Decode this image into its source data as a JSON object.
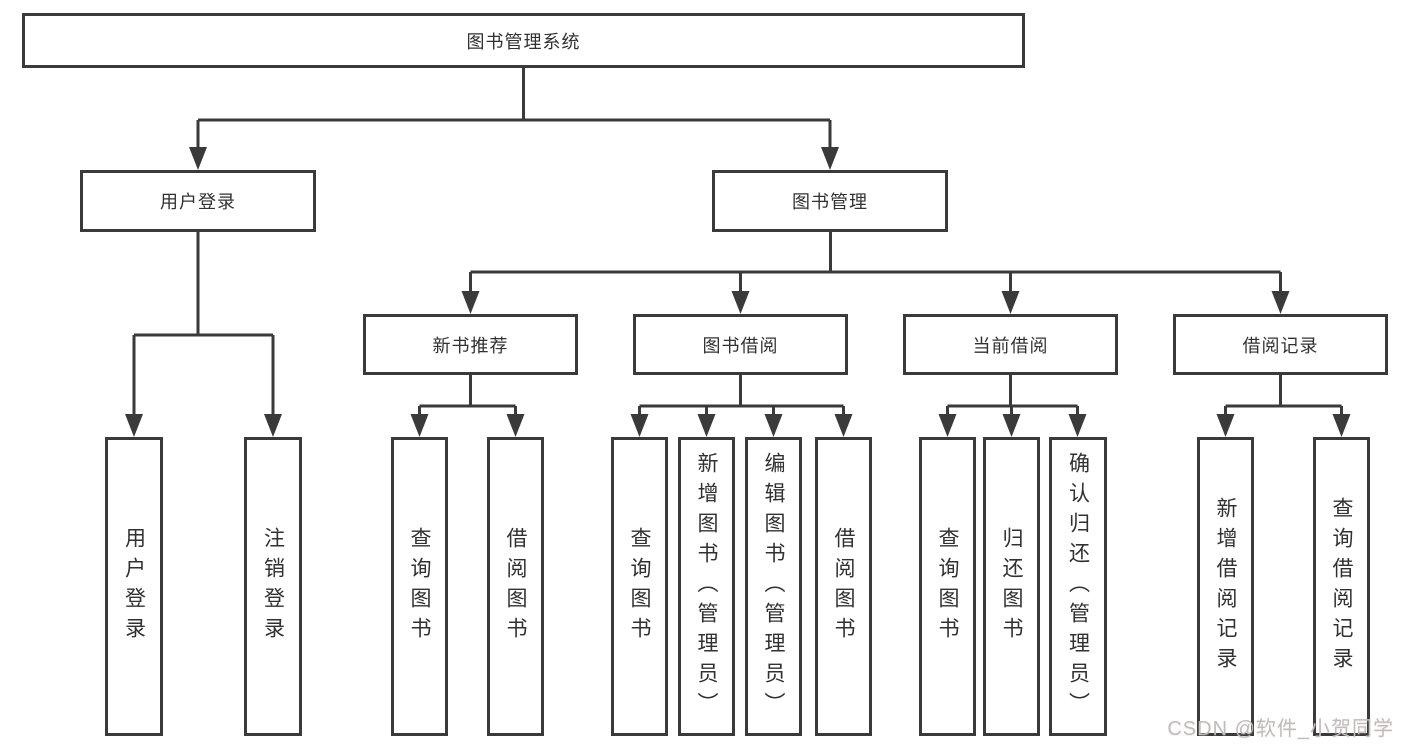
{
  "diagram": {
    "root": {
      "label": "图书管理系统"
    },
    "branches": [
      {
        "label": "用户登录",
        "children": [
          {
            "label": "用户登录"
          },
          {
            "label": "注销登录"
          }
        ]
      },
      {
        "label": "图书管理",
        "groups": [
          {
            "label": "新书推荐",
            "children": [
              {
                "label": "查询图书"
              },
              {
                "label": "借阅图书"
              }
            ]
          },
          {
            "label": "图书借阅",
            "children": [
              {
                "label": "查询图书"
              },
              {
                "label": "新增图书（管理员）"
              },
              {
                "label": "编辑图书（管理员）"
              },
              {
                "label": "借阅图书"
              }
            ]
          },
          {
            "label": "当前借阅",
            "children": [
              {
                "label": "查询图书"
              },
              {
                "label": "归还图书"
              },
              {
                "label": "确认归还（管理员）"
              }
            ]
          },
          {
            "label": "借阅记录",
            "children": [
              {
                "label": "新增借阅记录"
              },
              {
                "label": "查询借阅记录"
              }
            ]
          }
        ]
      }
    ]
  },
  "watermark": {
    "text": "CSDN @软件_小贺同学"
  },
  "colors": {
    "line": "#3a3a3a",
    "text": "#313131",
    "watermark": "#bdbdbd",
    "background": "#ffffff"
  }
}
